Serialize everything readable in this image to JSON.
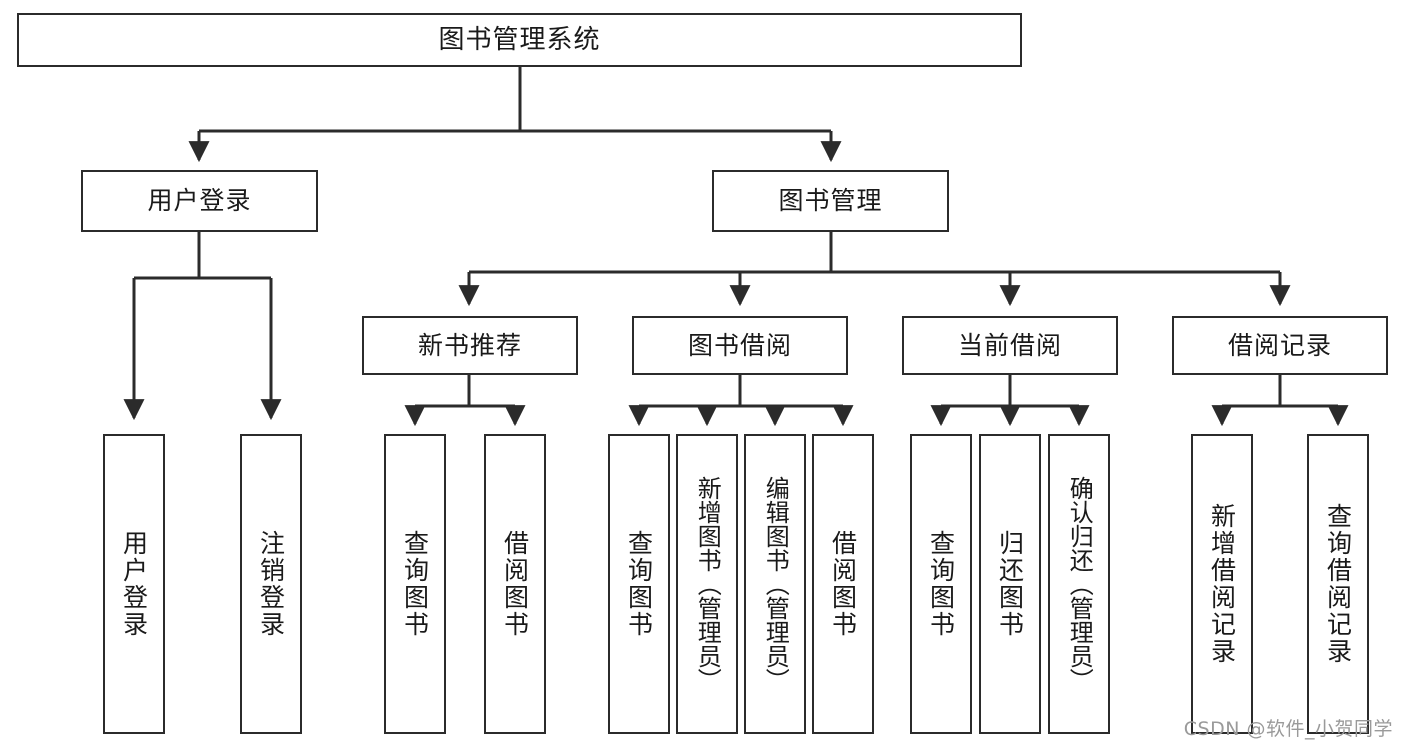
{
  "diagram": {
    "type": "tree-hierarchy",
    "title": "图书管理系统",
    "watermark": "CSDN @软件_小贺同学",
    "colors": {
      "background": "#ffffff",
      "node_border": "#2b2b2b",
      "node_fill": "#ffffff",
      "edge": "#2b2b2b",
      "text": "#1a1a1a",
      "watermark": "#9a9a9a"
    },
    "nodes": {
      "root": {
        "label": "图书管理系统"
      },
      "level2": [
        {
          "id": "user-login",
          "label": "用户登录"
        },
        {
          "id": "book-manage",
          "label": "图书管理"
        }
      ],
      "level3": [
        {
          "id": "new-book-recommend",
          "label": "新书推荐"
        },
        {
          "id": "book-borrow",
          "label": "图书借阅"
        },
        {
          "id": "current-borrow",
          "label": "当前借阅"
        },
        {
          "id": "borrow-record",
          "label": "借阅记录"
        }
      ],
      "leaves": {
        "user_login": [
          {
            "id": "leaf-user-login",
            "label": "用户登录"
          },
          {
            "id": "leaf-logout-login",
            "label": "注销登录"
          }
        ],
        "new_book_recommend": [
          {
            "id": "leaf-query-book-1",
            "label": "查询图书"
          },
          {
            "id": "leaf-borrow-book-1",
            "label": "借阅图书"
          }
        ],
        "book_borrow": [
          {
            "id": "leaf-query-book-2",
            "label": "查询图书"
          },
          {
            "id": "leaf-add-book",
            "label": "新增图书（管理员）"
          },
          {
            "id": "leaf-edit-book",
            "label": "编辑图书（管理员）"
          },
          {
            "id": "leaf-borrow-book-2",
            "label": "借阅图书"
          }
        ],
        "current_borrow": [
          {
            "id": "leaf-query-book-3",
            "label": "查询图书"
          },
          {
            "id": "leaf-return-book",
            "label": "归还图书"
          },
          {
            "id": "leaf-confirm-return",
            "label": "确认归还（管理员）"
          }
        ],
        "borrow_record": [
          {
            "id": "leaf-add-record",
            "label": "新增借阅记录"
          },
          {
            "id": "leaf-query-record",
            "label": "查询借阅记录"
          }
        ]
      }
    }
  }
}
